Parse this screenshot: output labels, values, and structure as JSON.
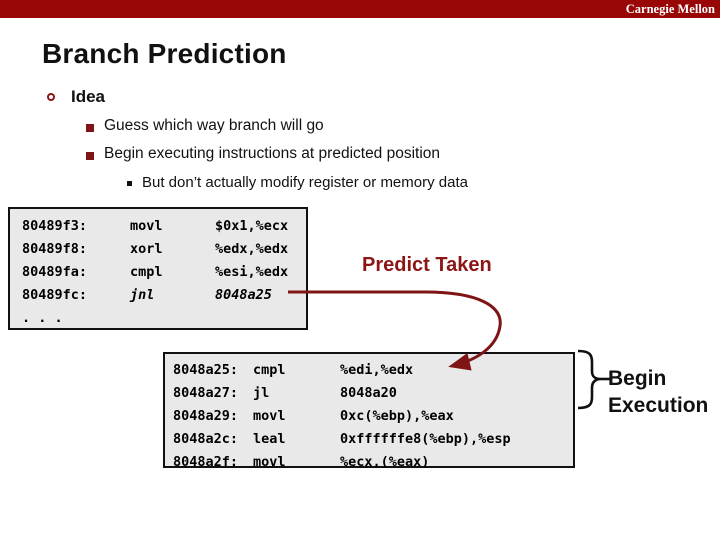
{
  "header": {
    "brand": "Carnegie Mellon"
  },
  "slide": {
    "title": "Branch Prediction",
    "idea_heading": "Idea",
    "sub_bullets": [
      "Guess which way branch will go",
      "Begin executing instructions at predicted position"
    ],
    "sub_sub_bullet": "But don’t actually modify register or memory data"
  },
  "code_block_top": {
    "lines": [
      {
        "addr": "80489f3:",
        "mnem": "movl",
        "args": "$0x1,%ecx",
        "italic": false
      },
      {
        "addr": "80489f8:",
        "mnem": "xorl",
        "args": "%edx,%edx",
        "italic": false
      },
      {
        "addr": "80489fa:",
        "mnem": "cmpl",
        "args": "%esi,%edx",
        "italic": false
      },
      {
        "addr": "80489fc:",
        "mnem": "jnl",
        "args": "8048a25",
        "italic": true
      },
      {
        "addr": ". . .",
        "mnem": "",
        "args": "",
        "italic": false
      }
    ]
  },
  "code_block_bottom": {
    "lines": [
      {
        "addr": "8048a25:",
        "mnem": "cmpl",
        "args": "%edi,%edx",
        "italic": false
      },
      {
        "addr": "8048a27:",
        "mnem": "jl",
        "args": "8048a20",
        "italic": false
      },
      {
        "addr": "8048a29:",
        "mnem": "movl",
        "args": "0xc(%ebp),%eax",
        "italic": false
      },
      {
        "addr": "8048a2c:",
        "mnem": "leal",
        "args": "0xffffffe8(%ebp),%esp",
        "italic": false
      },
      {
        "addr": "8048a2f:",
        "mnem": "movl",
        "args": "%ecx,(%eax)",
        "italic": false
      }
    ]
  },
  "annotations": {
    "predict_taken": "Predict Taken",
    "begin_line1": "Begin",
    "begin_line2": "Execution"
  },
  "colors": {
    "banner_red": "#990606",
    "accent_maroon": "#8C1515",
    "arrow_maroon": "#7E1416",
    "code_box_bg": "#E9E9E9",
    "text_black": "#111111"
  }
}
